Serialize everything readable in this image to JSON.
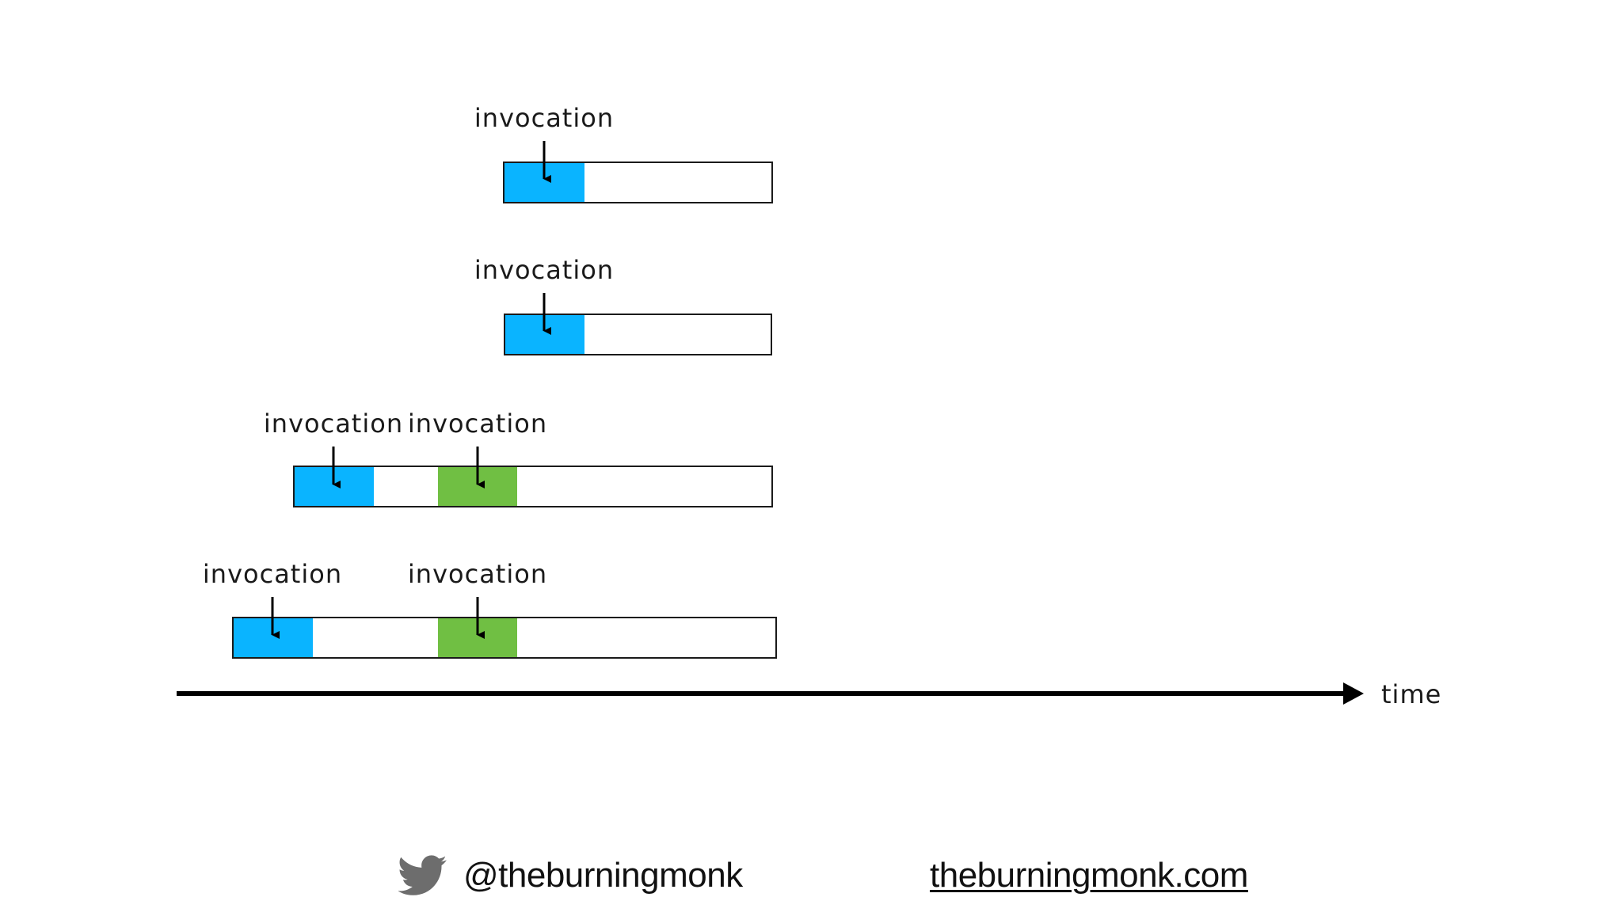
{
  "colors": {
    "first_invocation": "#0ab4ff",
    "second_invocation": "#70bf43",
    "outline": "#1a1a1a",
    "arrow": "#000000",
    "twitter_icon": "#6d6d6d"
  },
  "rows": [
    {
      "invocations": [
        {
          "label": "invocation",
          "color": "first_invocation"
        }
      ]
    },
    {
      "invocations": [
        {
          "label": "invocation",
          "color": "first_invocation"
        }
      ]
    },
    {
      "invocations": [
        {
          "label": "invocation",
          "color": "first_invocation"
        },
        {
          "label": "invocation",
          "color": "second_invocation"
        }
      ]
    },
    {
      "invocations": [
        {
          "label": "invocation",
          "color": "first_invocation"
        },
        {
          "label": "invocation",
          "color": "second_invocation"
        }
      ]
    }
  ],
  "axis": {
    "label": "time"
  },
  "footer": {
    "icon": "twitter-bird-icon",
    "handle": "@theburningmonk",
    "website": "theburningmonk.com"
  }
}
